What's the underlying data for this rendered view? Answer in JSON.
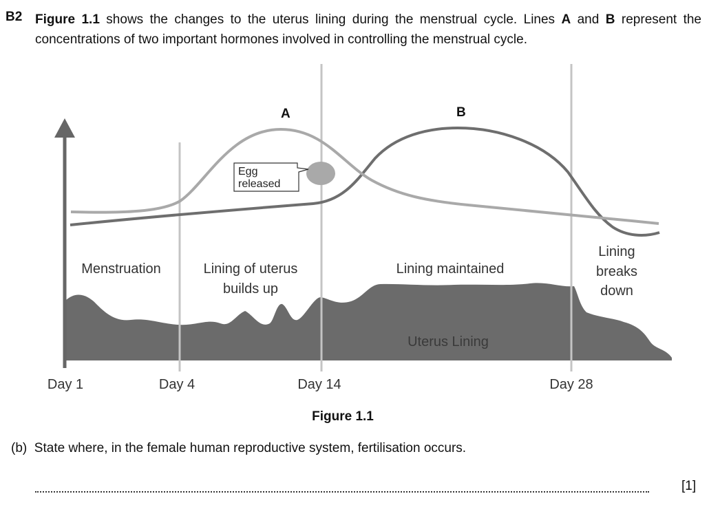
{
  "question": {
    "number": "B2",
    "intro_bold": "Figure 1.1",
    "intro_1": " shows the changes to the uterus lining during the menstrual cycle.  Lines ",
    "line_a": "A",
    "intro_2": " and ",
    "line_b": "B",
    "intro_3": " represent the concentrations of two important hormones involved in controlling the menstrual cycle."
  },
  "figure": {
    "line_a_label": "A",
    "line_b_label": "B",
    "egg_label_1": "Egg",
    "egg_label_2": "released",
    "phases": {
      "menstruation": "Menstruation",
      "builds_1": "Lining of uterus",
      "builds_2": "builds up",
      "maintained": "Lining maintained",
      "breaks_1": "Lining",
      "breaks_2": "breaks",
      "breaks_3": "down"
    },
    "lining_label": "Uterus Lining",
    "days": [
      "Day 1",
      "Day 4",
      "Day 14",
      "Day 28"
    ],
    "caption": "Figure 1.1",
    "colors": {
      "line_a": "#a9a9a9",
      "line_b": "#6e6e6e",
      "lining": "#6b6b6b",
      "divider": "#c4c4c4",
      "axis": "#666666"
    }
  },
  "part_b": {
    "label": "(b)",
    "text": "State where, in the female human reproductive system, fertilisation occurs.",
    "marks": "[1]"
  }
}
